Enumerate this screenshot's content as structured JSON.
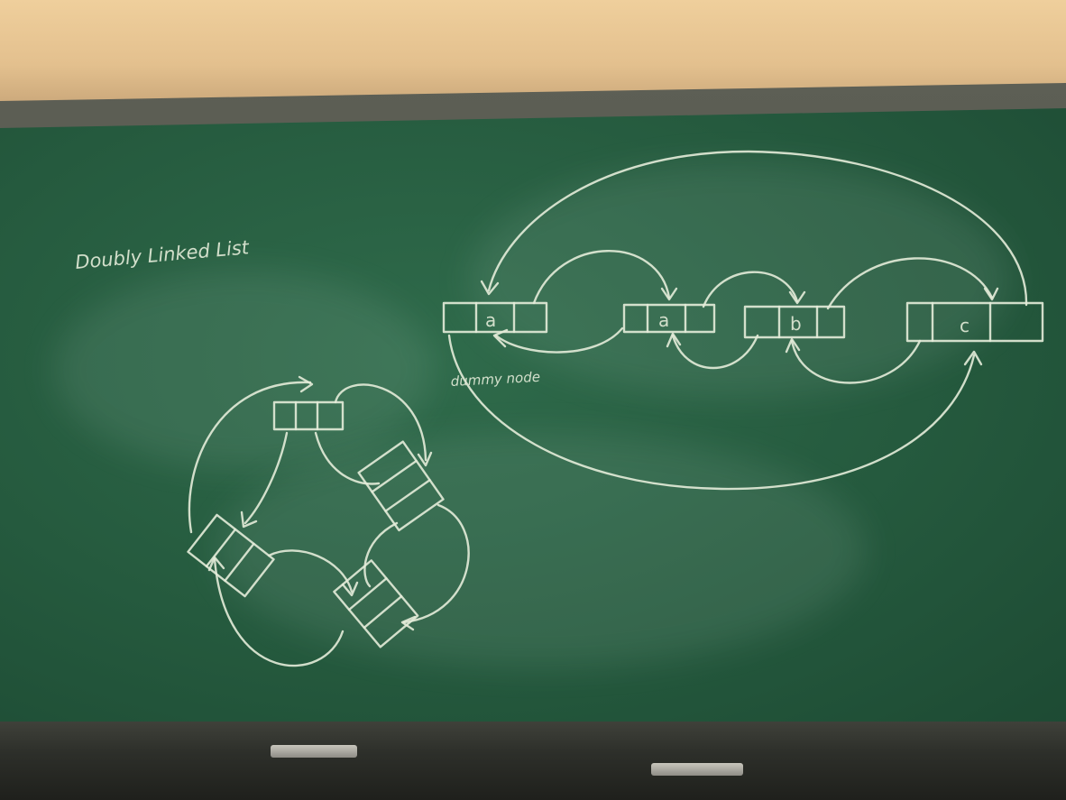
{
  "board": {
    "title": "Doubly Linked List",
    "caption": "dummy node"
  },
  "linear_list": {
    "nodes": [
      "a",
      "a",
      "b",
      "c"
    ]
  },
  "circular_list": {
    "node_count": 4
  },
  "colors": {
    "chalk": "#e4ecd9",
    "board": "#255a3e",
    "frame": "#4a4c44",
    "wall": "#e3c08e"
  }
}
